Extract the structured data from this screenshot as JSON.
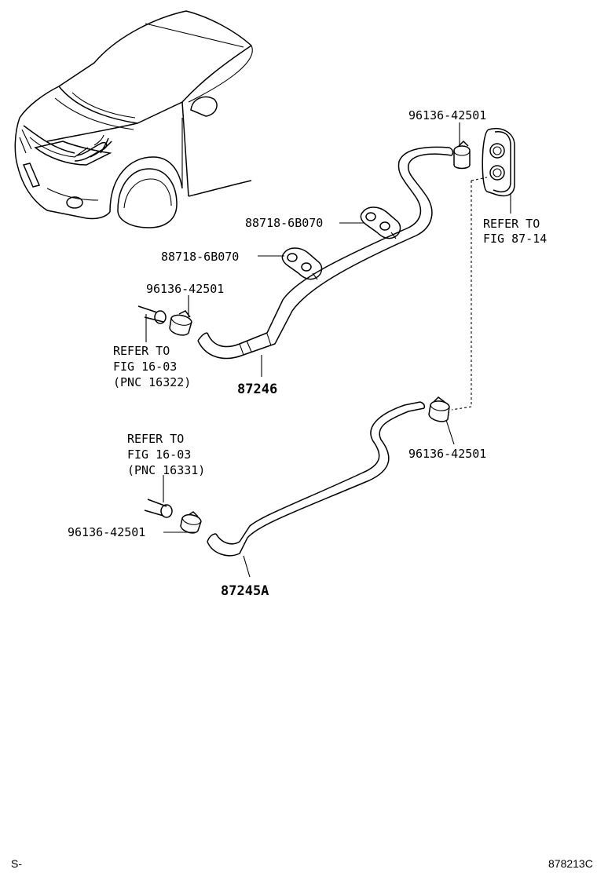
{
  "labels": {
    "clamp_top_right": "96136-42501",
    "bracket_upper": "88718-6B070",
    "bracket_lower": "88718-6B070",
    "clamp_upper_left": "96136-42501",
    "refer_upper_left": [
      "REFER TO",
      "FIG 16-03",
      "(PNC 16322)"
    ],
    "refer_grommet": [
      "REFER TO",
      "FIG 87-14"
    ],
    "hose_upper": "87246",
    "refer_lower_left": [
      "REFER TO",
      "FIG 16-03",
      "(PNC 16331)"
    ],
    "clamp_lower_right": "96136-42501",
    "clamp_lower_left": "96136-42501",
    "hose_lower": "87245A"
  },
  "footer": {
    "left": "S-",
    "right": "878213C"
  }
}
